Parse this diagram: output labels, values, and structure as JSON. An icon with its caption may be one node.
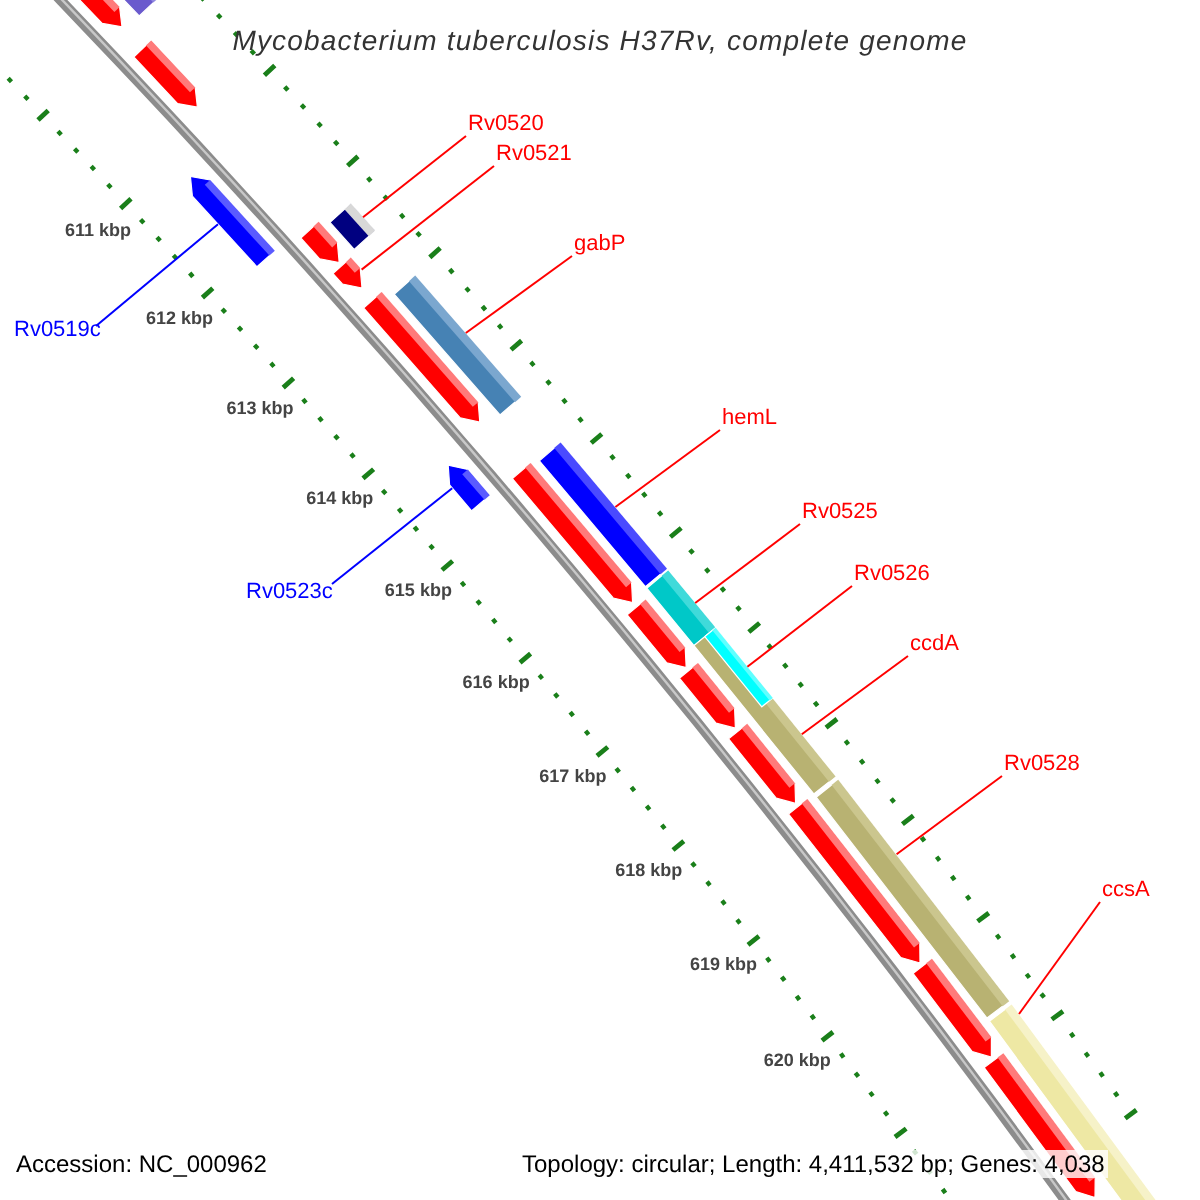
{
  "diagram": {
    "title": "Mycobacterium tuberculosis H37Rv, complete genome",
    "nodes": [
      {
        "text": [
          "Rv0520"
        ]
      },
      {
        "text": [
          "Rv0521"
        ]
      },
      {
        "text": [
          "gabP"
        ]
      },
      {
        "text": [
          "Rv0519c"
        ]
      },
      {
        "text": [
          "hemL"
        ]
      },
      {
        "text": [
          "Rv0525"
        ]
      },
      {
        "text": [
          "Rv0523c"
        ]
      },
      {
        "text": [
          "Rv0526"
        ]
      },
      {
        "text": [
          "ccdA"
        ]
      },
      {
        "text": [
          "Rv0528"
        ]
      },
      {
        "text": [
          "ccsA"
        ]
      },
      {
        "text": [],
        "shape": "bar"
      },
      {
        "text": [],
        "shape": "bar"
      },
      {
        "text": [],
        "shape": "bar"
      },
      {
        "text": [],
        "shape": "bar"
      },
      {
        "text": [],
        "shape": "bar"
      },
      {
        "text": [],
        "shape": "bar"
      },
      {
        "text": [],
        "shape": "bar"
      },
      {
        "text": [],
        "shape": "bar"
      },
      {
        "text": [],
        "shape": "bar"
      },
      {
        "text": [],
        "shape": "bar"
      },
      {
        "text": [],
        "shape": "bar"
      },
      {
        "text": [],
        "shape": "bar"
      },
      {
        "text": [],
        "shape": "bar"
      },
      {
        "text": [],
        "shape": "bar"
      },
      {
        "text": [],
        "shape": "bar"
      },
      {
        "text": [],
        "shape": "bar",
        "in": 25
      },
      {
        "text": [],
        "shape": "bar"
      },
      {
        "text": [],
        "shape": "bar"
      },
      {
        "text": [],
        "shape": "bar"
      },
      {
        "text": [],
        "shape": "bar"
      },
      {
        "text": [],
        "shape": "bar"
      },
      {
        "text": [],
        "shape": "bar"
      },
      {
        "text": [],
        "shape": "bar"
      }
    ],
    "edges": [
      {
        "from": 0,
        "to": 16,
        "arrow": "none"
      },
      {
        "from": 1,
        "to": 17,
        "arrow": "none"
      },
      {
        "from": 2,
        "to": 19,
        "arrow": "none"
      },
      {
        "from": 3,
        "to": 14,
        "arrow": "none",
        "color": "#0000ff"
      },
      {
        "from": 4,
        "to": 22,
        "arrow": "none"
      },
      {
        "from": 5,
        "to": 24,
        "arrow": "none"
      },
      {
        "from": 6,
        "to": 20,
        "arrow": "none",
        "color": "#0000ff"
      },
      {
        "from": 7,
        "to": 26,
        "arrow": "none"
      },
      {
        "from": 8,
        "to": 25,
        "arrow": "none"
      },
      {
        "from": 9,
        "to": 29,
        "arrow": "none"
      },
      {
        "from": 10,
        "to": 32,
        "arrow": "none"
      }
    ],
    "labels": [
      "611 kbp",
      "612 kbp",
      "613 kbp",
      "614 kbp",
      "615 kbp",
      "616 kbp",
      "617 kbp",
      "618 kbp",
      "619 kbp",
      "620 kbp",
      "Accession: NC_000962",
      "Topology: circular; Length: 4,411,532 bp; Genes: 4,038"
    ]
  }
}
